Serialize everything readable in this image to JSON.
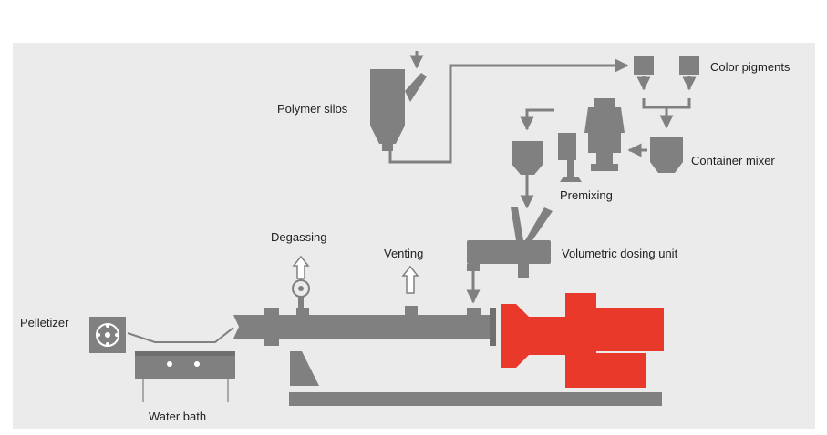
{
  "labels": {
    "polymer_silos": "Polymer silos",
    "color_pigments": "Color pigments",
    "container_mixer": "Container mixer",
    "premixing": "Premixing",
    "volumetric_dosing_unit": "Volumetric dosing unit",
    "degassing": "Degassing",
    "venting": "Venting",
    "pelletizer": "Pelletizer",
    "water_bath": "Water bath"
  },
  "colors": {
    "panel": "#ebebeb",
    "machine": "#808080",
    "machine_dark": "#6f6f6f",
    "drive": "#e8392a",
    "label": "#222222"
  }
}
